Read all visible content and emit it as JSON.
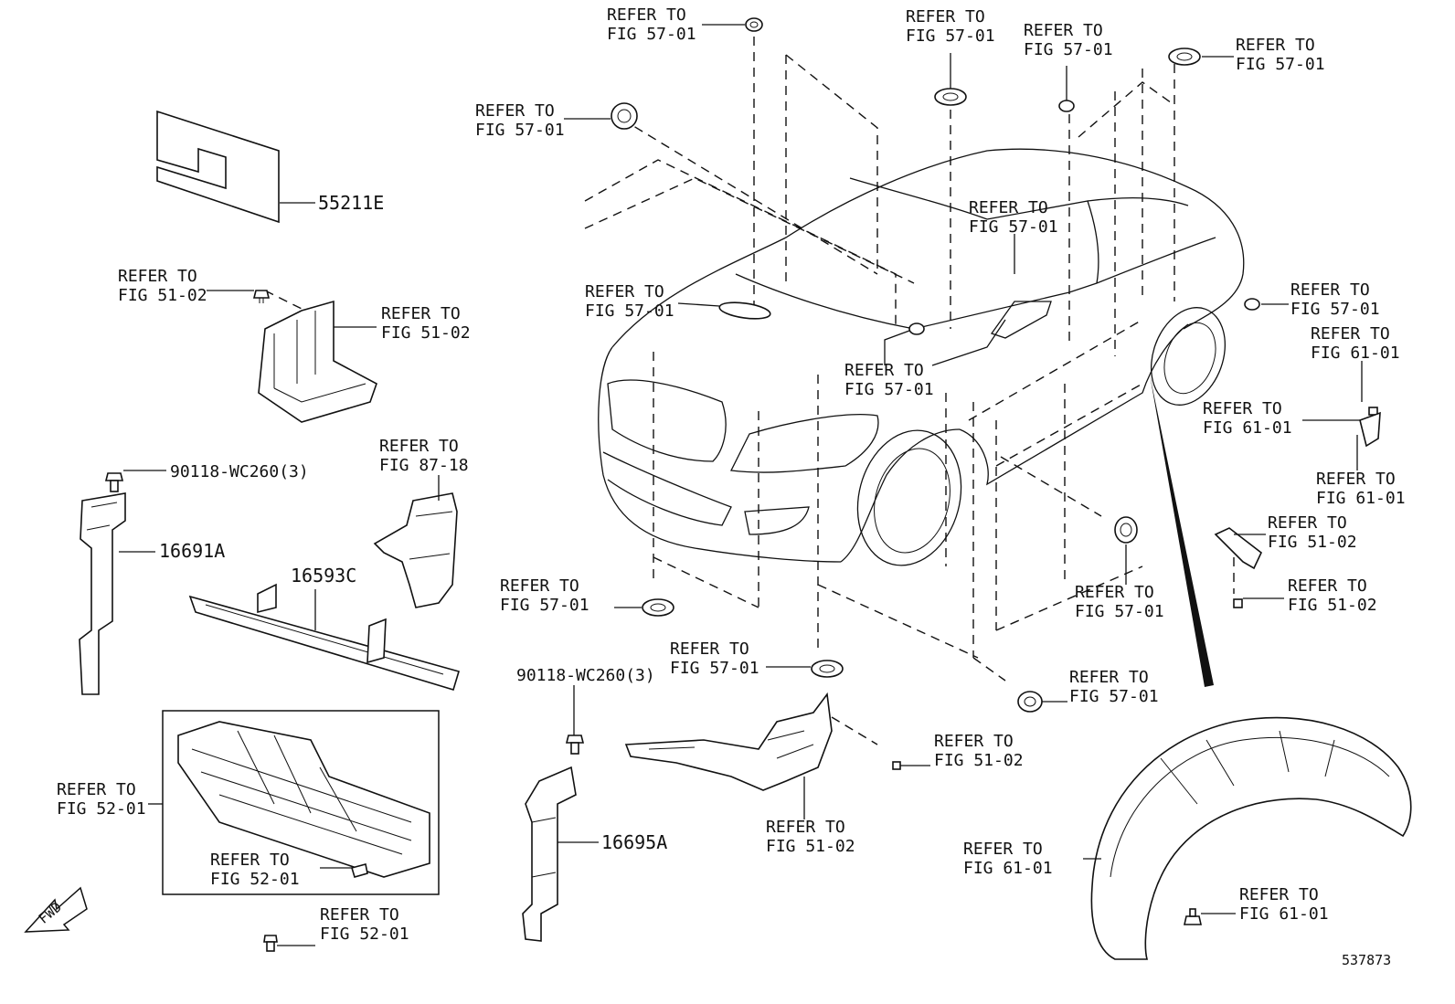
{
  "diagram_id": "537873",
  "fwd_label": "FWD",
  "callouts": [
    {
      "id": "c1",
      "line1": "REFER TO",
      "line2": "FIG 57-01"
    },
    {
      "id": "c2",
      "line1": "REFER TO",
      "line2": "FIG 57-01"
    },
    {
      "id": "c3",
      "line1": "REFER TO",
      "line2": "FIG 57-01"
    },
    {
      "id": "c4",
      "line1": "REFER TO",
      "line2": "FIG 57-01"
    },
    {
      "id": "c5",
      "line1": "REFER TO",
      "line2": "FIG 57-01"
    },
    {
      "id": "c6",
      "line1": "REFER TO",
      "line2": "FIG 57-01"
    },
    {
      "id": "c7",
      "line1": "REFER TO",
      "line2": "FIG 57-01"
    },
    {
      "id": "c8",
      "line1": "REFER TO",
      "line2": "FIG 57-01"
    },
    {
      "id": "c9",
      "line1": "REFER TO",
      "line2": "FIG 57-01"
    },
    {
      "id": "c10",
      "line1": "REFER TO",
      "line2": "FIG 61-01"
    },
    {
      "id": "c11",
      "line1": "REFER TO",
      "line2": "FIG 61-01"
    },
    {
      "id": "c12",
      "line1": "REFER TO",
      "line2": "FIG 61-01"
    },
    {
      "id": "c13",
      "line1": "REFER TO",
      "line2": "FIG 51-02"
    },
    {
      "id": "c14",
      "line1": "REFER TO",
      "line2": "FIG 51-02"
    },
    {
      "id": "c15",
      "line1": "REFER TO",
      "line2": "FIG 57-01"
    },
    {
      "id": "c16",
      "line1": "REFER TO",
      "line2": "FIG 57-01"
    },
    {
      "id": "c17",
      "line1": "REFER TO",
      "line2": "FIG 57-01"
    },
    {
      "id": "c18",
      "line1": "REFER TO",
      "line2": "FIG 57-01"
    },
    {
      "id": "c19",
      "line1": "REFER TO",
      "line2": "FIG 51-02"
    },
    {
      "id": "c20",
      "line1": "REFER TO",
      "line2": "FIG 51-02"
    },
    {
      "id": "c21",
      "line1": "REFER TO",
      "line2": "FIG 61-01"
    },
    {
      "id": "c22",
      "line1": "REFER TO",
      "line2": "FIG 61-01"
    },
    {
      "id": "c23",
      "line1": "REFER TO",
      "line2": "FIG 51-02"
    },
    {
      "id": "c24",
      "line1": "REFER TO",
      "line2": "FIG 51-02"
    },
    {
      "id": "c25",
      "line1": "REFER TO",
      "line2": "FIG 87-18"
    },
    {
      "id": "c26",
      "line1": "REFER TO",
      "line2": "FIG 52-01"
    },
    {
      "id": "c27",
      "line1": "REFER TO",
      "line2": "FIG 52-01"
    },
    {
      "id": "c28",
      "line1": "REFER TO",
      "line2": "FIG 52-01"
    }
  ],
  "part_numbers": {
    "p55211E": "55211E",
    "p16691A": "16691A",
    "p16593C": "16593C",
    "p16695A": "16695A",
    "clip_left": "90118-WC260(3)",
    "clip_center": "90118-WC260(3)"
  }
}
